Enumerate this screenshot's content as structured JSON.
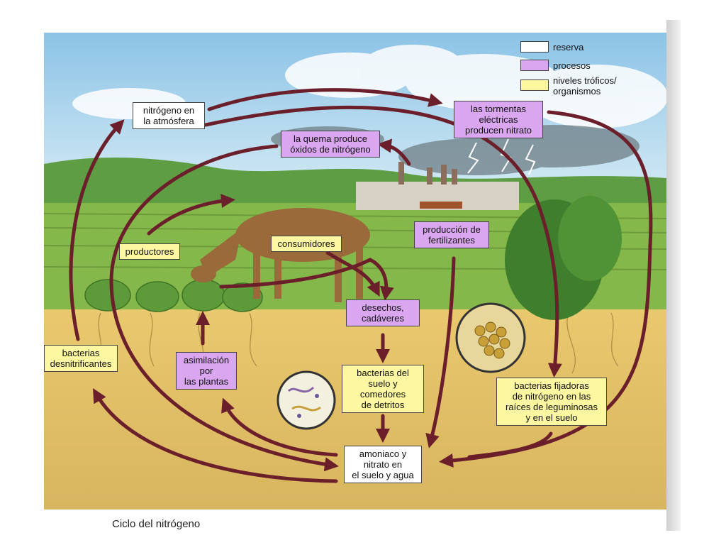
{
  "caption": "Ciclo del nitrógeno",
  "legend": {
    "reserva": "reserva",
    "procesos": "procesos",
    "niveles": [
      "niveles tróficos/",
      "organismos"
    ]
  },
  "boxes": {
    "atmosfera": [
      "nitrógeno en",
      "la atmósfera"
    ],
    "tormentas": [
      "las tormentas",
      "eléctricas",
      "producen nitrato"
    ],
    "quema": [
      "la quema produce",
      "óxidos de nitrógeno"
    ],
    "productores": [
      "productores"
    ],
    "consumidores": [
      "consumidores"
    ],
    "fertilizantes": [
      "producción de",
      "fertilizantes"
    ],
    "desechos": [
      "desechos,",
      "cadáveres"
    ],
    "desnitrificantes": [
      "bacterias",
      "desnitrificantes"
    ],
    "asimilacion": [
      "asimilación",
      "por",
      "las plantas"
    ],
    "bacterias_suelo": [
      "bacterias del",
      "suelo y",
      "comedores",
      "de detritos"
    ],
    "fijadoras": [
      "bacterias fijadoras",
      "de nitrógeno en las",
      "raíces de leguminosas",
      "y en el suelo"
    ],
    "amoniaco": [
      "amoniaco y",
      "nitrato en",
      "el suelo y agua"
    ]
  },
  "colors": {
    "reserva": "#ffffff",
    "procesos": "#d9a6ef",
    "organismos": "#fdf7a2",
    "arrow": "#6b1f2a",
    "soil": "#e4c470",
    "grass": "#7fb04a",
    "sky": "#9fcde8"
  }
}
